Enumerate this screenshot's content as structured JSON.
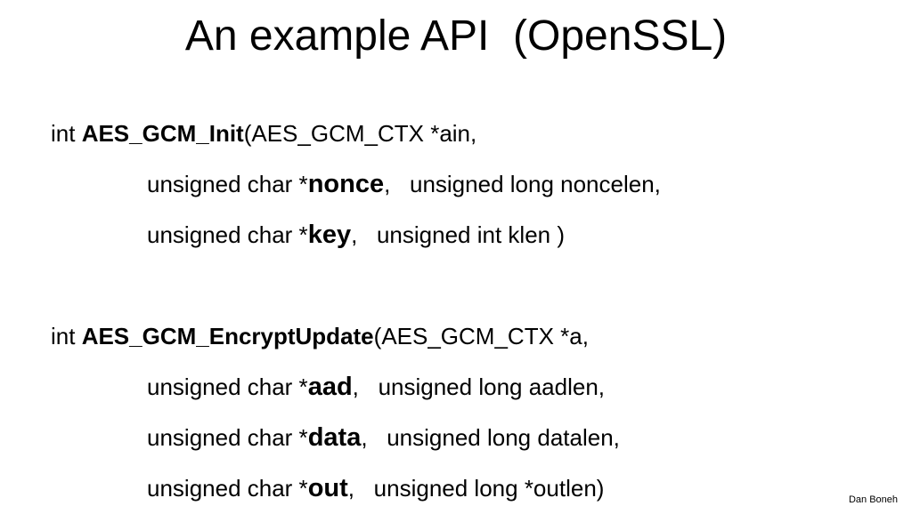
{
  "slide": {
    "title": "An example API  (OpenSSL)",
    "background_color": "#ffffff",
    "text_color": "#000000",
    "footer": "Dan Boneh"
  },
  "code": {
    "lines": [
      {
        "indent": false,
        "segments": [
          {
            "text": "int ",
            "style": "regular"
          },
          {
            "text": "AES_GCM_Init",
            "style": "bold-fn"
          },
          {
            "text": "(AES_GCM_CTX *ain,",
            "style": "regular"
          }
        ]
      },
      {
        "indent": true,
        "segments": [
          {
            "text": "unsigned char *",
            "style": "regular"
          },
          {
            "text": "nonce",
            "style": "bold-param"
          },
          {
            "text": ",   unsigned long noncelen,",
            "style": "regular"
          }
        ]
      },
      {
        "indent": true,
        "segments": [
          {
            "text": "unsigned char *",
            "style": "regular"
          },
          {
            "text": "key",
            "style": "bold-param"
          },
          {
            "text": ",   unsigned int klen )",
            "style": "regular"
          }
        ]
      },
      {
        "indent": false,
        "blank": true,
        "segments": []
      },
      {
        "indent": false,
        "segments": [
          {
            "text": "int ",
            "style": "regular"
          },
          {
            "text": "AES_GCM_EncryptUpdate",
            "style": "bold-fn"
          },
          {
            "text": "(AES_GCM_CTX *a,",
            "style": "regular"
          }
        ]
      },
      {
        "indent": true,
        "segments": [
          {
            "text": "unsigned char *",
            "style": "regular"
          },
          {
            "text": "aad",
            "style": "bold-param"
          },
          {
            "text": ",   unsigned long aadlen,",
            "style": "regular"
          }
        ]
      },
      {
        "indent": true,
        "segments": [
          {
            "text": "unsigned char *",
            "style": "regular"
          },
          {
            "text": "data",
            "style": "bold-param"
          },
          {
            "text": ",   unsigned long datalen,",
            "style": "regular"
          }
        ]
      },
      {
        "indent": true,
        "segments": [
          {
            "text": "unsigned char *",
            "style": "regular"
          },
          {
            "text": "out",
            "style": "bold-param"
          },
          {
            "text": ",   unsigned long *outlen)",
            "style": "regular"
          }
        ]
      }
    ]
  }
}
